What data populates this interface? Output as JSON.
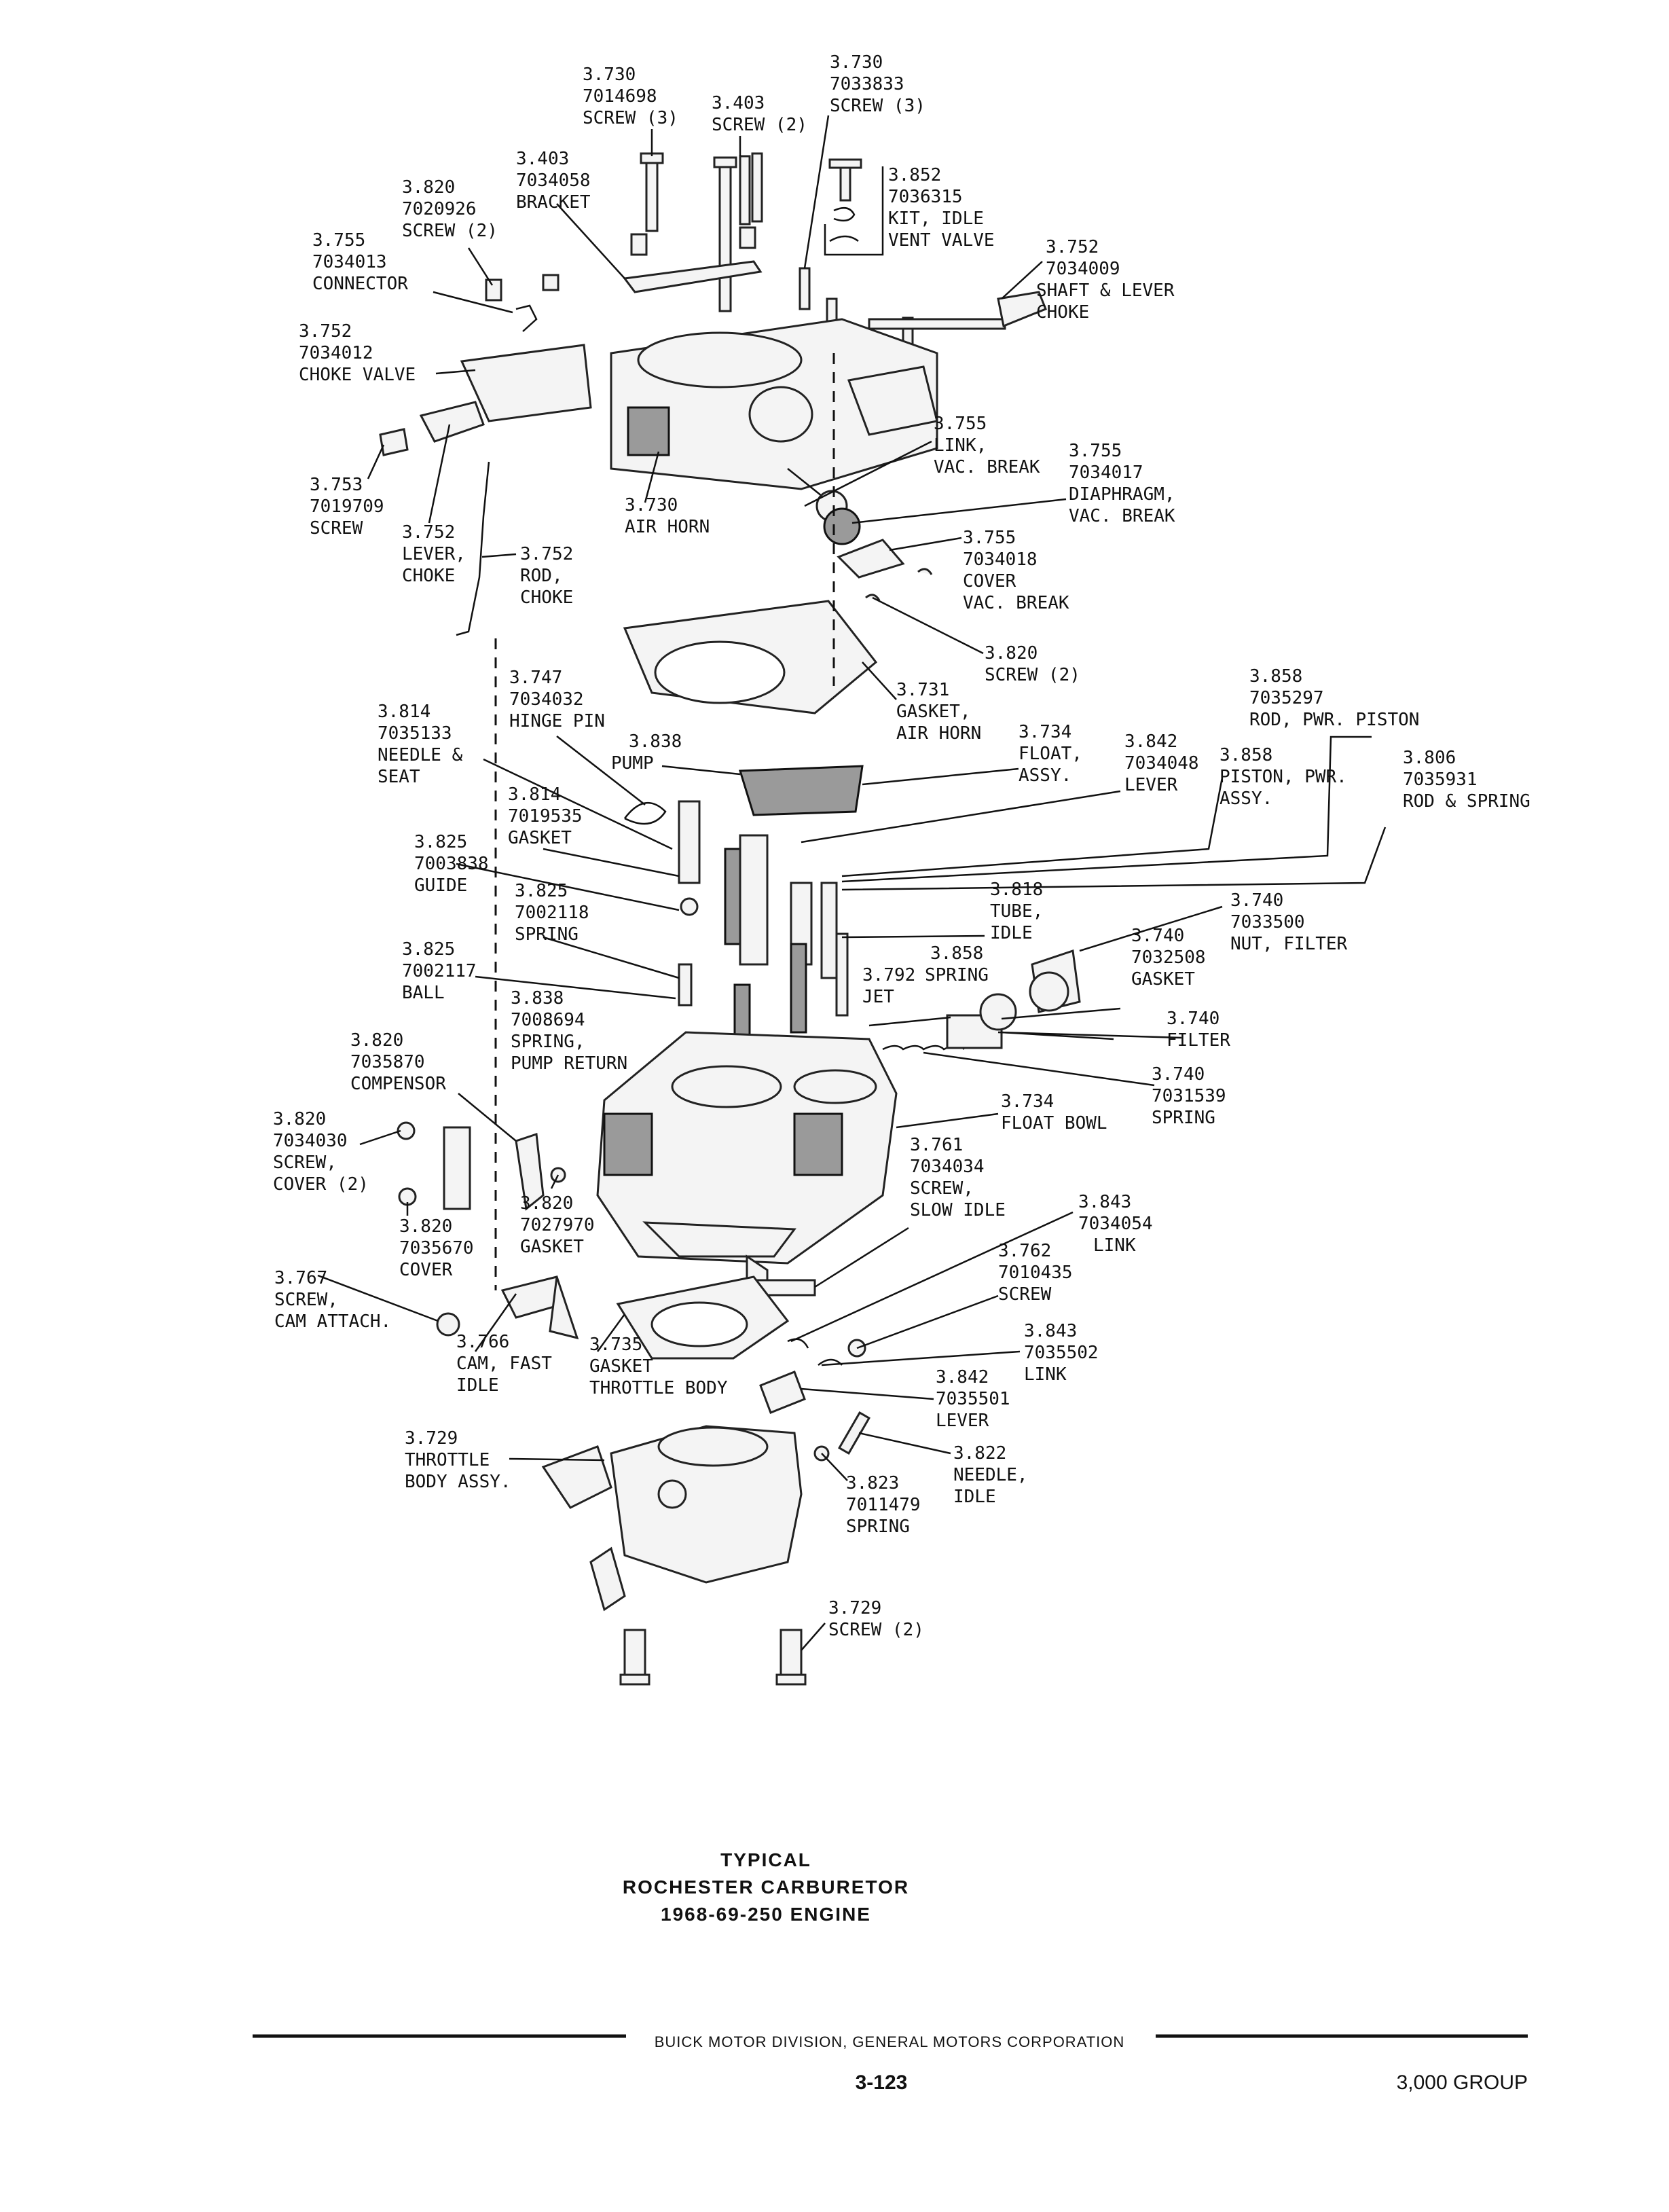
{
  "callouts": [
    {
      "id": "screw-3-a",
      "lines": [
        "3.730",
        "7014698",
        "SCREW (3)"
      ]
    },
    {
      "id": "screw-3-b",
      "lines": [
        "3.730",
        "7033833",
        "SCREW (3)"
      ]
    },
    {
      "id": "screw-2-top",
      "lines": [
        "3.403",
        "SCREW (2)"
      ]
    },
    {
      "id": "bracket",
      "lines": [
        "3.403",
        "7034058",
        "BRACKET"
      ]
    },
    {
      "id": "screw-2-left",
      "lines": [
        "3.820",
        "7020926",
        "SCREW (2)"
      ]
    },
    {
      "id": "connector",
      "lines": [
        "3.755",
        "7034013",
        "CONNECTOR"
      ]
    },
    {
      "id": "kit-idle-vent",
      "lines": [
        "3.852",
        "7036315",
        "KIT, IDLE",
        "VENT VALVE"
      ]
    },
    {
      "id": "shaft-lever-choke",
      "lines": [
        "3.752",
        "7034009",
        "SHAFT & LEVER",
        "CHOKE"
      ]
    },
    {
      "id": "choke-valve",
      "lines": [
        "3.752",
        "7034012",
        "CHOKE VALVE"
      ]
    },
    {
      "id": "link-vac-break",
      "lines": [
        "3.755",
        "LINK,",
        "VAC. BREAK"
      ]
    },
    {
      "id": "diaphragm-vac-break",
      "lines": [
        "3.755",
        "7034017",
        "DIAPHRAGM,",
        "VAC. BREAK"
      ]
    },
    {
      "id": "screw-choke",
      "lines": [
        "3.753",
        "7019709",
        "SCREW"
      ]
    },
    {
      "id": "lever-choke",
      "lines": [
        "3.752",
        "LEVER,",
        "CHOKE"
      ]
    },
    {
      "id": "rod-choke",
      "lines": [
        "3.752",
        "ROD,",
        "CHOKE"
      ]
    },
    {
      "id": "air-horn",
      "lines": [
        "3.730",
        "AIR HORN"
      ]
    },
    {
      "id": "cover-vac-break",
      "lines": [
        "3.755",
        "7034018",
        "COVER",
        "VAC. BREAK"
      ]
    },
    {
      "id": "screw-2-vac",
      "lines": [
        "3.820",
        "SCREW (2)"
      ]
    },
    {
      "id": "rod-pwr-piston",
      "lines": [
        "3.858",
        "7035297",
        "ROD, PWR. PISTON"
      ]
    },
    {
      "id": "hinge-pin",
      "lines": [
        "3.747",
        "7034032",
        "HINGE PIN"
      ]
    },
    {
      "id": "gasket-air-horn",
      "lines": [
        "3.731",
        "GASKET,",
        "AIR HORN"
      ]
    },
    {
      "id": "needle-seat",
      "lines": [
        "3.814",
        "7035133",
        "NEEDLE &",
        "SEAT"
      ]
    },
    {
      "id": "pump",
      "lines": [
        "3.838",
        "PUMP"
      ]
    },
    {
      "id": "float-assy",
      "lines": [
        "3.734",
        "FLOAT,",
        "ASSY."
      ]
    },
    {
      "id": "lever-float",
      "lines": [
        "3.842",
        "7034048",
        "LEVER"
      ]
    },
    {
      "id": "piston-pwr",
      "lines": [
        "3.858",
        "PISTON, PWR.",
        "ASSY."
      ]
    },
    {
      "id": "rod-spring",
      "lines": [
        "3.806",
        "7035931",
        "ROD & SPRING"
      ]
    },
    {
      "id": "gasket-needle",
      "lines": [
        "3.814",
        "7019535",
        "GASKET"
      ]
    },
    {
      "id": "guide",
      "lines": [
        "3.825",
        "7003838",
        "GUIDE"
      ]
    },
    {
      "id": "tube-idle",
      "lines": [
        "3.818",
        "TUBE,",
        "IDLE"
      ]
    },
    {
      "id": "nut-filter",
      "lines": [
        "3.740",
        "7033500",
        "NUT, FILTER"
      ]
    },
    {
      "id": "spring-825",
      "lines": [
        "3.825",
        "7002118",
        "SPRING"
      ]
    },
    {
      "id": "gasket-filter",
      "lines": [
        "3.740",
        "7032508",
        "GASKET"
      ]
    },
    {
      "id": "ball",
      "lines": [
        "3.825",
        "7002117",
        "BALL"
      ]
    },
    {
      "id": "jet",
      "lines": [
        "3.792",
        "JET"
      ]
    },
    {
      "id": "spring-858",
      "lines": [
        "3.858",
        "SPRING"
      ]
    },
    {
      "id": "spring-pump-return",
      "lines": [
        "3.838",
        "7008694",
        "SPRING,",
        "PUMP RETURN"
      ]
    },
    {
      "id": "filter",
      "lines": [
        "3.740",
        "FILTER"
      ]
    },
    {
      "id": "compensor",
      "lines": [
        "3.820",
        "7035870",
        "COMPENSOR"
      ]
    },
    {
      "id": "spring-filter",
      "lines": [
        "3.740",
        "7031539",
        "SPRING"
      ]
    },
    {
      "id": "float-bowl",
      "lines": [
        "3.734",
        "FLOAT BOWL"
      ]
    },
    {
      "id": "screw-cover",
      "lines": [
        "3.820",
        "7034030",
        "SCREW,",
        "COVER (2)"
      ]
    },
    {
      "id": "screw-slow-idle",
      "lines": [
        "3.761",
        "7034034",
        "SCREW,",
        "SLOW IDLE"
      ]
    },
    {
      "id": "gasket-compensor",
      "lines": [
        "3.820",
        "7027970",
        "GASKET"
      ]
    },
    {
      "id": "cover-compensor",
      "lines": [
        "3.820",
        "7035670",
        "COVER"
      ]
    },
    {
      "id": "link-843-a",
      "lines": [
        "3.843",
        "7034054",
        "LINK"
      ]
    },
    {
      "id": "screw-cam-attach",
      "lines": [
        "3.767",
        "SCREW,",
        "CAM ATTACH."
      ]
    },
    {
      "id": "screw-762",
      "lines": [
        "3.762",
        "7010435",
        "SCREW"
      ]
    },
    {
      "id": "cam-fast-idle",
      "lines": [
        "3.766",
        "CAM, FAST",
        "IDLE"
      ]
    },
    {
      "id": "gasket-throttle-body",
      "lines": [
        "3.735",
        "GASKET",
        "THROTTLE BODY"
      ]
    },
    {
      "id": "link-843-b",
      "lines": [
        "3.843",
        "7035502",
        "LINK"
      ]
    },
    {
      "id": "lever-842",
      "lines": [
        "3.842",
        "7035501",
        "LEVER"
      ]
    },
    {
      "id": "throttle-body-assy",
      "lines": [
        "3.729",
        "THROTTLE",
        "BODY ASSY."
      ]
    },
    {
      "id": "needle-idle",
      "lines": [
        "3.822",
        "NEEDLE,",
        "IDLE"
      ]
    },
    {
      "id": "spring-823",
      "lines": [
        "3.823",
        "7011479",
        "SPRING"
      ]
    },
    {
      "id": "screw-2-bottom",
      "lines": [
        "3.729",
        "SCREW (2)"
      ]
    }
  ],
  "caption": {
    "line1": "TYPICAL",
    "line2": "ROCHESTER CARBURETOR",
    "line3": "1968-69-250 ENGINE"
  },
  "footer": {
    "company": "BUICK MOTOR DIVISION, GENERAL MOTORS CORPORATION",
    "page": "3-123",
    "group": "3,000 GROUP"
  }
}
